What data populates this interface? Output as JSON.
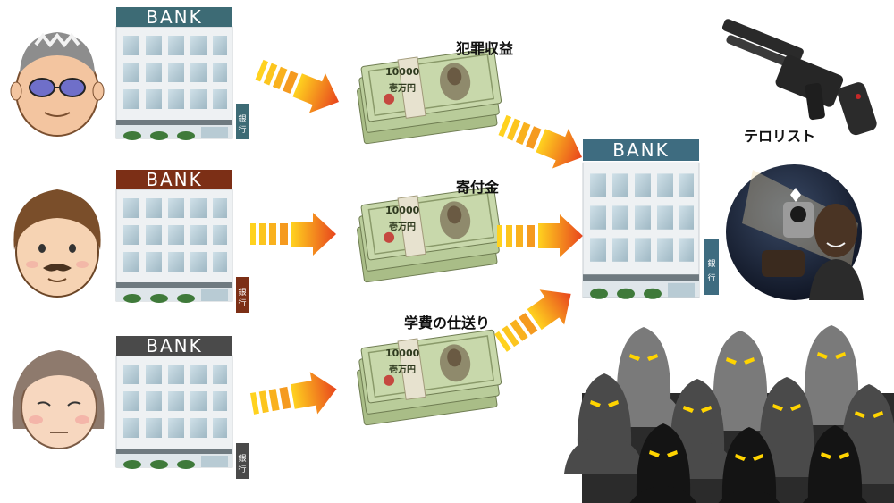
{
  "banks": {
    "sign": "BANK",
    "side_sign_chars": [
      "銀",
      "行"
    ]
  },
  "flows": {
    "criminal_proceeds": "犯罪収益",
    "donation": "寄付金",
    "tuition_remittance": "学費の仕送り"
  },
  "money": {
    "denomination": "10000",
    "band_text": "壱万円"
  },
  "terrorist_label": "テロリスト",
  "colors": {
    "bank_sign_top": "#3d6b75",
    "bank_sign_middle": "#7c2f16",
    "bank_sign_bottom": "#4a4a4a",
    "bank_sign_receiver": "#3e6c80",
    "arrow_start": "#ffd21f",
    "arrow_end": "#e8441d",
    "bill": "#b9cc9a",
    "silhouette_dark": "#1a1a1a",
    "silhouette_gray": "#7a7a7a",
    "eyes": "#ffd400"
  }
}
